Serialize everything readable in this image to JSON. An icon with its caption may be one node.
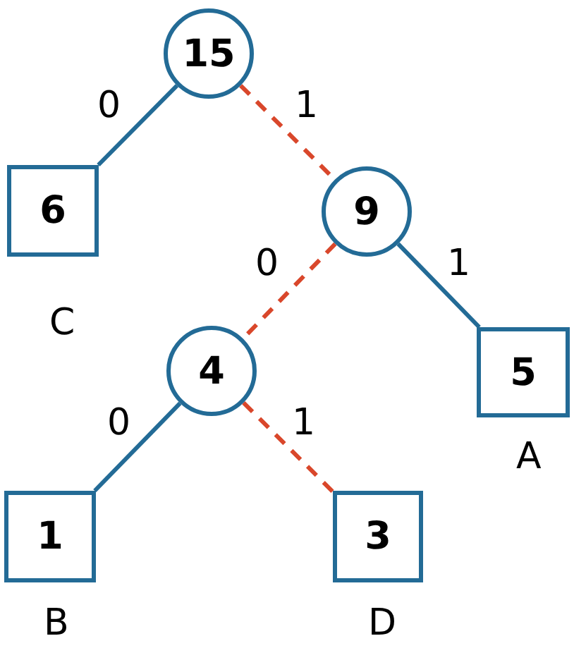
{
  "diagram": {
    "nodes": [
      {
        "text": [
          "15"
        ]
      },
      {
        "text": [
          "6"
        ],
        "beside": [
          "C"
        ]
      },
      {
        "text": [
          "9"
        ]
      },
      {
        "text": [
          "4"
        ]
      },
      {
        "text": [
          "5"
        ],
        "beside": [
          "A"
        ]
      },
      {
        "text": [
          "1"
        ],
        "beside": [
          "B"
        ]
      },
      {
        "text": [
          "3"
        ],
        "beside": [
          "D"
        ]
      }
    ],
    "edges": [
      {
        "from": 0,
        "to": 1,
        "arrow": "none",
        "label": "0"
      },
      {
        "from": 0,
        "to": 2,
        "arrow": "none",
        "label": "1",
        "style": "dashed",
        "color": "#d9472b"
      },
      {
        "from": 2,
        "to": 3,
        "arrow": "none",
        "label": "0",
        "style": "dashed",
        "color": "#d9472b"
      },
      {
        "from": 2,
        "to": 4,
        "arrow": "none",
        "label": "1"
      },
      {
        "from": 3,
        "to": 5,
        "arrow": "none",
        "label": "0"
      },
      {
        "from": 3,
        "to": 6,
        "arrow": "none",
        "label": "1",
        "style": "dashed",
        "color": "#d9472b"
      }
    ]
  }
}
